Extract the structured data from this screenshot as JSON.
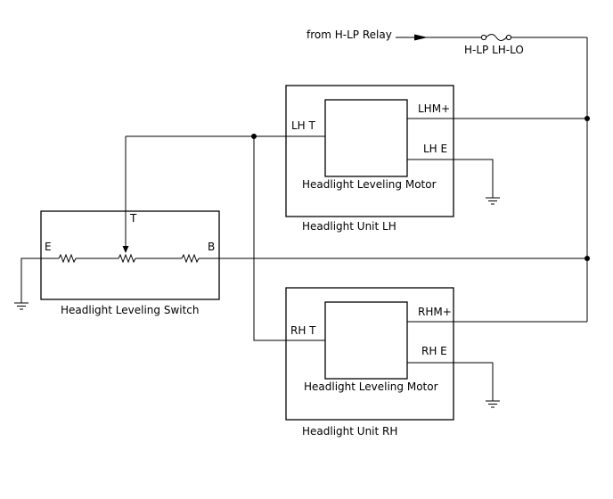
{
  "source_label": "from H-LP Relay",
  "fuse_label": "H-LP LH-LO",
  "switch": {
    "name": "Headlight Leveling Switch",
    "pin_e": "E",
    "pin_t": "T",
    "pin_b": "B"
  },
  "unit_lh": {
    "name": "Headlight Unit LH",
    "motor_name": "Headlight Leveling Motor",
    "pin_t": "LH T",
    "pin_plus": "LHM+",
    "pin_e": "LH E"
  },
  "unit_rh": {
    "name": "Headlight Unit RH",
    "motor_name": "Headlight Leveling Motor",
    "pin_t": "RH T",
    "pin_plus": "RHM+",
    "pin_e": "RH E"
  }
}
